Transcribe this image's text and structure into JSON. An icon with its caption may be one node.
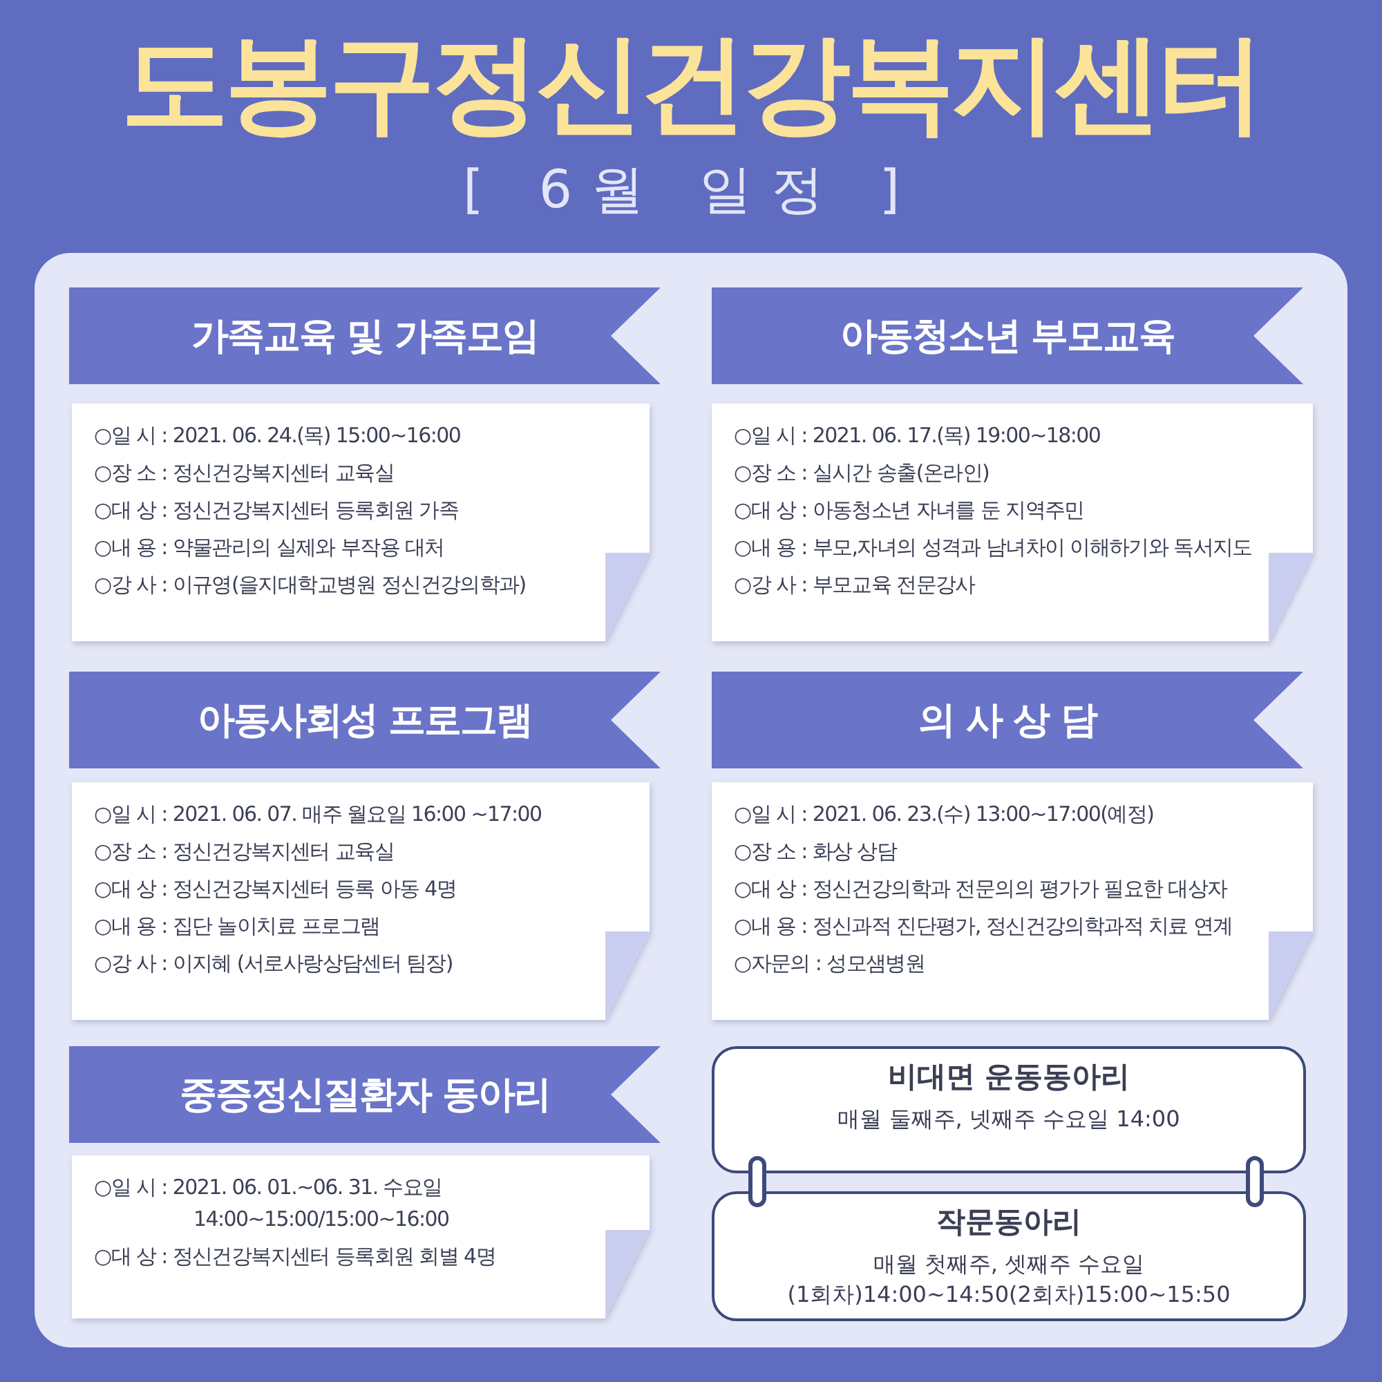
{
  "diagram": {
    "title": "도봉구정신건강복지센터",
    "labels": [
      "[ 6월 일정 ]"
    ],
    "nodes": [
      {
        "text": [],
        "shape": "box"
      },
      {
        "text": [
          "가족교육 및 가족모임"
        ],
        "in": 0
      },
      {
        "text": [
          "○일 시 : 2021. 06. 24.(목) 15:00~16:00",
          "○장 소 : 정신건강복지센터 교육실",
          "○대 상 : 정신건강복지센터 등록회원 가족",
          "○내 용 : 약물관리의 실제와 부작용 대처",
          "○강 사 : 이규영(을지대학교병원 정신건강의학과)"
        ],
        "in": 0
      },
      {
        "text": [
          "아동청소년 부모교육"
        ],
        "in": 0
      },
      {
        "text": [
          "○일 시 : 2021. 06. 17.(목) 19:00~18:00",
          "○장 소 : 실시간 송출(온라인)",
          "○대 상 : 아동청소년 자녀를 둔 지역주민",
          "○내 용 : 부모,자녀의 성격과 남녀차이 이해하기와 독서지도",
          "○강 사 : 부모교육 전문강사"
        ],
        "in": 0
      },
      {
        "text": [
          "아동사회성 프로그램"
        ],
        "in": 0
      },
      {
        "text": [
          "○일 시 : 2021. 06. 07. 매주 월요일 16:00 ~17:00",
          "○장 소 : 정신건강복지센터 교육실",
          "○대 상 : 정신건강복지센터 등록 아동 4명",
          "○내 용 : 집단 놀이치료 프로그램",
          "○강 사 : 이지혜 (서로사랑상담센터 팀장)"
        ],
        "in": 0
      },
      {
        "text": [
          "의 사 상 담"
        ],
        "in": 0
      },
      {
        "text": [
          "○일 시 : 2021. 06. 23.(수) 13:00~17:00(예정)",
          "○장 소 : 화상 상담",
          "○대 상 : 정신건강의학과 전문의의 평가가 필요한 대상자",
          "○내 용 : 정신과적 진단평가, 정신건강의학과적 치료 연계",
          "○자문의 : 성모샘병원"
        ],
        "in": 0
      },
      {
        "text": [
          "중증정신질환자 동아리"
        ],
        "in": 0
      },
      {
        "text": [
          "○일 시 : 2021. 06. 01.~06. 31. 수요일 14:00~15:00/15:00~16:00",
          "○대 상 : 정신건강복지센터 등록회원 회별 4명"
        ],
        "in": 0
      },
      {
        "text": [
          "비대면 운동동아리",
          "매월 둘째주, 넷째주 수요일 14:00"
        ],
        "in": 0
      },
      {
        "text": [
          "작문동아리",
          "매월 첫째주, 셋째주 수요일 (1회차)14:00~14:50(2회차)15:00~15:50"
        ],
        "in": 0
      }
    ]
  }
}
